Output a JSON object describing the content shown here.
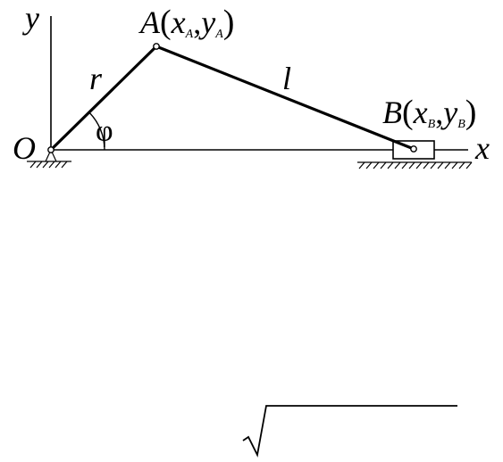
{
  "diagram": {
    "axis_y_label": "y",
    "axis_x_label": "x",
    "origin_label": "O",
    "point_a": {
      "name": "A",
      "open_paren": "(",
      "x_var": "x",
      "x_sub": "A",
      "comma": ",",
      "y_var": "y",
      "y_sub": "A",
      "close_paren": ")"
    },
    "point_b": {
      "name": "B",
      "open_paren": "(",
      "x_var": "x",
      "x_sub": "B",
      "comma": ",",
      "y_var": "y",
      "y_sub": "B",
      "close_paren": ")"
    },
    "crank_label": "r",
    "rod_label": "l",
    "angle_label": "φ"
  },
  "colors": {
    "ink": "#000000",
    "background": "#ffffff"
  }
}
